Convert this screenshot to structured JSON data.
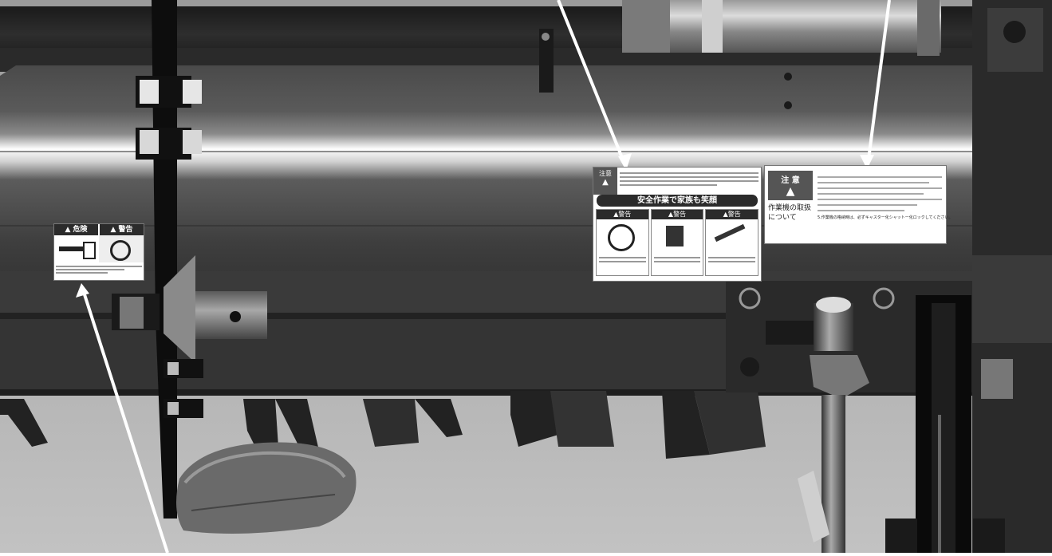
{
  "labels": {
    "left": {
      "danger_header": "危険",
      "warning_header": "警告"
    },
    "center": {
      "caution_header": "注意",
      "slogan": "安全作業で家族も笑顔",
      "warning_header": "警告"
    },
    "right": {
      "caution_header": "注 意",
      "title_line1": "作業機の取扱",
      "title_line2": "について",
      "note_line": "5.作業機の格納時は、必ずキャスター化シャットー化ロックしてください。"
    }
  },
  "colors": {
    "rotor_cover": "#3a3a3a",
    "highlight": "#f4f4f4",
    "frame": "#111111",
    "label_bg": "#ffffff",
    "label_dark": "#2b2b2b",
    "callout_line": "#ffffff"
  }
}
